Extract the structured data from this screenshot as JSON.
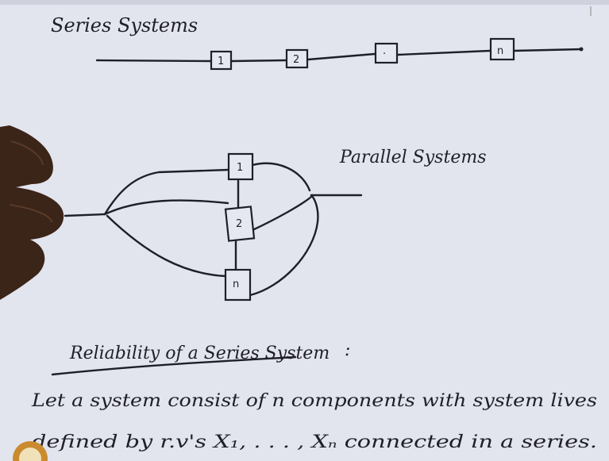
{
  "series_system": {
    "title": "Series Systems",
    "components": [
      "1",
      "2",
      "·",
      "n"
    ]
  },
  "parallel_system": {
    "title": "Parallel Systems",
    "components": [
      "1",
      "2",
      "n"
    ]
  },
  "reliability_heading": "Reliability of a Series System",
  "heading_colon": ":",
  "body_lines": [
    "Let a system consist of  n  components with system lives",
    "defined by r.v's  X₁, . . . ,  Xₙ  connected in a series."
  ],
  "colors": {
    "board": "#e2e4ee",
    "ink": "#1f1f2a"
  }
}
